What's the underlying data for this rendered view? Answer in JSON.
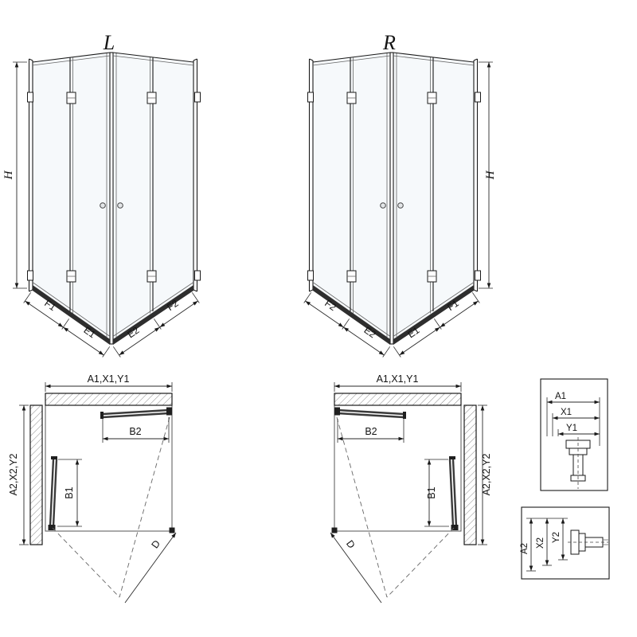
{
  "colors": {
    "background": "#ffffff",
    "line": "#1a1a1a"
  },
  "views": {
    "perspective_left": {
      "label": "L",
      "height_dim": "H",
      "bottom_dims": [
        "F1",
        "E1",
        "E2",
        "F2"
      ]
    },
    "perspective_right": {
      "label": "R",
      "height_dim": "H",
      "bottom_dims": [
        "F2",
        "E2",
        "E1",
        "F1"
      ]
    },
    "plan_left": {
      "width_dim": "A1,X1,Y1",
      "depth_dim": "A2,X2,Y2",
      "entry_top_dim": "B2",
      "entry_side_dim": "B1",
      "diagonal_dim": "D"
    },
    "plan_right": {
      "width_dim": "A1,X1,Y1",
      "depth_dim": "A2,X2,Y2",
      "entry_top_dim": "B2",
      "entry_side_dim": "B1",
      "diagonal_dim": "D"
    },
    "detail_top": {
      "dims": [
        "A1",
        "X1",
        "Y1"
      ]
    },
    "detail_bottom": {
      "dims": [
        "A2",
        "X2",
        "Y2"
      ]
    }
  }
}
